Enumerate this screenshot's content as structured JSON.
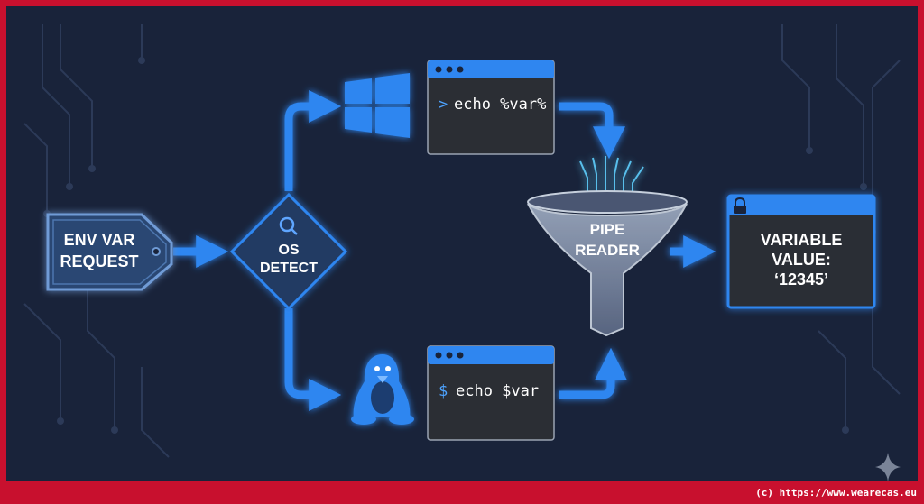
{
  "nodes": {
    "request": {
      "line1": "ENV VAR",
      "line2": "REQUEST"
    },
    "detect": {
      "line1": "OS",
      "line2": "DETECT",
      "icon": "magnifier-icon"
    },
    "windows_terminal": {
      "prompt": ">",
      "command": "echo %var%",
      "os_icon": "windows-logo-icon"
    },
    "linux_terminal": {
      "prompt": "$",
      "command": "echo $var",
      "os_icon": "linux-penguin-icon"
    },
    "pipe": {
      "line1": "PIPE",
      "line2": "READER",
      "icon": "funnel-icon"
    },
    "result": {
      "line1": "VARIABLE",
      "line2": "VALUE:",
      "line3": "‘12345’",
      "icon": "lock-icon"
    }
  },
  "footer": {
    "copyright": "(c) https://www.wearecas.eu"
  },
  "colors": {
    "frame": "#c8102e",
    "background": "#19233a",
    "accent": "#2f86f0",
    "node_fill": "#2a4773",
    "terminal_fill": "#2b2e34",
    "text": "#ffffff"
  }
}
